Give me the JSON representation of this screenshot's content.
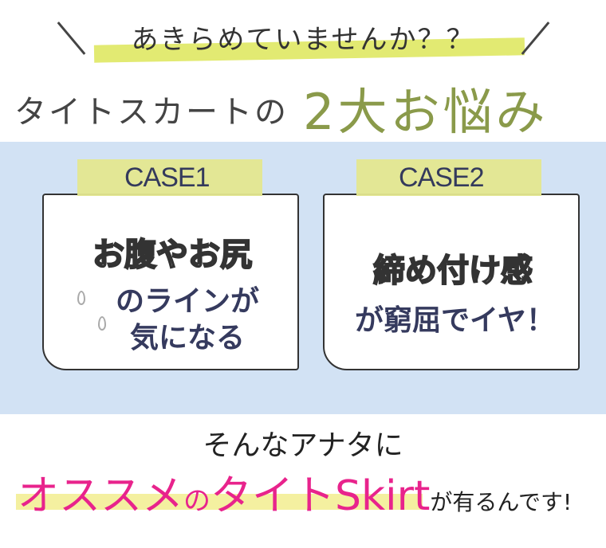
{
  "header": {
    "subtitle": "あきらめていませんか？？",
    "title_prefix": "タイトスカートの",
    "title_main": "2大お悩み"
  },
  "cases": [
    {
      "label": "CASE1",
      "headline": "お腹やお尻",
      "line1": "のラインが",
      "line2": "気になる"
    },
    {
      "label": "CASE2",
      "headline": "締め付け感",
      "line1": "が窮屈でイヤ！"
    }
  ],
  "footer": {
    "line1": "そんなアナタに",
    "pink1": "オススメ",
    "pink_small": "の",
    "pink2": "タイトSkirt",
    "tail": "が有るんです!"
  },
  "colors": {
    "accent_green": "#8a9a4a",
    "pink": "#e8238c",
    "band": "#d2e2f4",
    "tape": "#e4e78f"
  }
}
